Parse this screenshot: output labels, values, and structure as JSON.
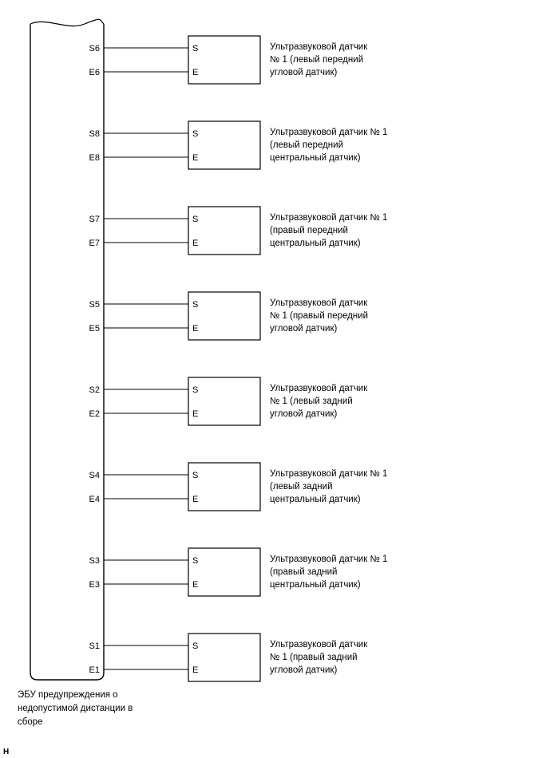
{
  "ecu": {
    "caption": [
      "ЭБУ предупреждения о",
      "недопустимой дистанции в",
      "сборе"
    ]
  },
  "corner_mark": "H",
  "box_pins": {
    "s": "S",
    "e": "E"
  },
  "sensors": [
    {
      "s_pin": "S6",
      "e_pin": "E6",
      "label": [
        "Ультразвуковой датчик",
        "№ 1 (левый передний",
        "угловой датчик)"
      ]
    },
    {
      "s_pin": "S8",
      "e_pin": "E8",
      "label": [
        "Ультразвуковой датчик № 1",
        "(левый передний",
        "центральный датчик)"
      ]
    },
    {
      "s_pin": "S7",
      "e_pin": "E7",
      "label": [
        "Ультразвуковой датчик № 1",
        "(правый передний",
        "центральный датчик)"
      ]
    },
    {
      "s_pin": "S5",
      "e_pin": "E5",
      "label": [
        "Ультразвуковой датчик",
        "№ 1 (правый передний",
        "угловой датчик)"
      ]
    },
    {
      "s_pin": "S2",
      "e_pin": "E2",
      "label": [
        "Ультразвуковой датчик",
        "№ 1 (левый задний",
        "угловой датчик)"
      ]
    },
    {
      "s_pin": "S4",
      "e_pin": "E4",
      "label": [
        "Ультразвуковой датчик № 1",
        "(левый задний",
        "центральный датчик)"
      ]
    },
    {
      "s_pin": "S3",
      "e_pin": "E3",
      "label": [
        "Ультразвуковой датчик № 1",
        "(правый задний",
        "центральный датчик)"
      ]
    },
    {
      "s_pin": "S1",
      "e_pin": "E1",
      "label": [
        "Ультразвуковой датчик",
        "№ 1 (правый задний",
        "угловой датчик)"
      ]
    }
  ]
}
